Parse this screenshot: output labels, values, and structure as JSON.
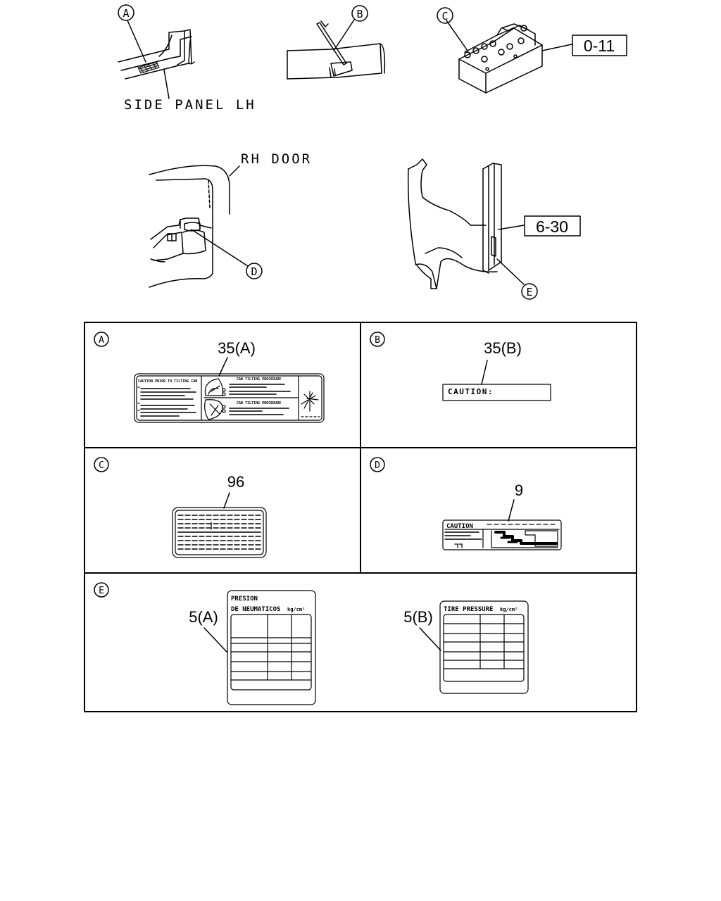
{
  "callouts": {
    "a": "A",
    "b": "B",
    "c": "C",
    "d": "D",
    "e": "E"
  },
  "views": {
    "side_panel_label": "SIDE PANEL LH",
    "rh_door_label": "RH DOOR",
    "ref_0_11": "0-11",
    "ref_6_30": "6-30"
  },
  "panels": {
    "a": {
      "part_no": "35(A)",
      "decal_header_left": "CAUTION PRIOR TO TILTING CAB",
      "decal_header_right_1": "CAB TILTING PROCEDURE",
      "decal_header_right_2": "CAB TILTING PROCEDURE"
    },
    "b": {
      "part_no": "35(B)",
      "decal_text": "CAUTION:"
    },
    "c": {
      "part_no": "96"
    },
    "d": {
      "part_no": "9",
      "decal_text": "CAUTION"
    },
    "e": {
      "part_no_a": "5(A)",
      "part_no_b": "5(B)",
      "label_a_line1": "PRESION",
      "label_a_line2": "DE NEUMATICOS",
      "label_a_unit": "kg/cm²",
      "label_b_title": "TIRE PRESSURE",
      "label_b_unit": "kg/cm²"
    }
  }
}
